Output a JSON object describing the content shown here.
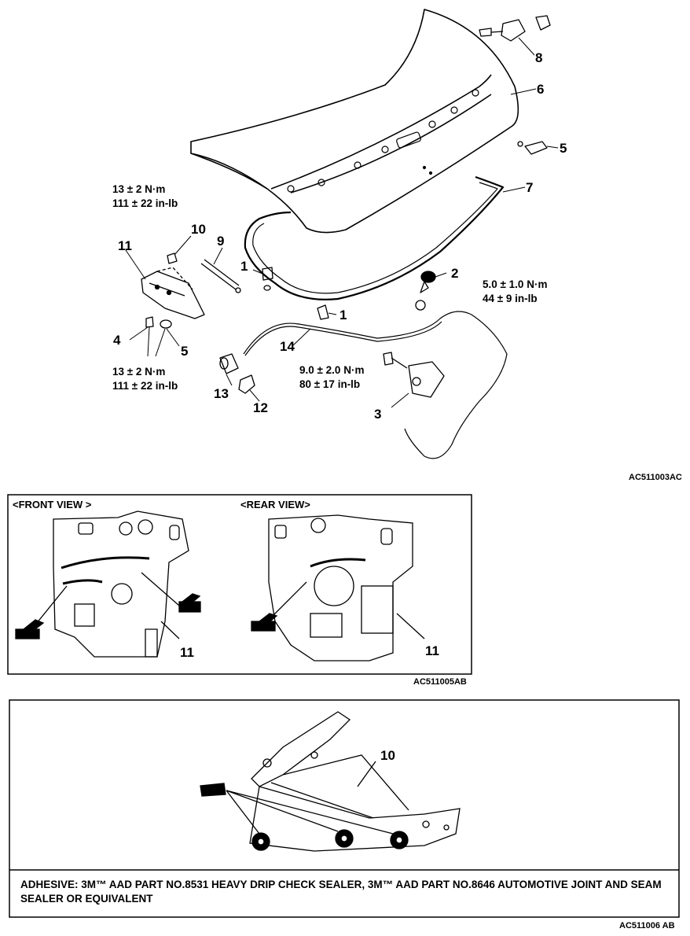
{
  "figure1": {
    "code": "AC511003AC",
    "callouts": [
      "1",
      "1",
      "2",
      "3",
      "4",
      "5",
      "5",
      "6",
      "7",
      "8",
      "9",
      "10",
      "11",
      "12",
      "13",
      "14"
    ],
    "torques": {
      "hinge_top": [
        "13 ± 2 N·m",
        "111 ± 22 in-lb"
      ],
      "hinge_bottom": [
        "13 ± 2 N·m",
        "111 ± 22 in-lb"
      ],
      "striker": [
        "5.0 ± 1.0 N·m",
        "44 ± 9 in-lb"
      ],
      "latch": [
        "9.0 ± 2.0 N·m",
        "80 ± 17 in-lb"
      ]
    }
  },
  "figure2": {
    "code": "AC511005AB",
    "front_view": "<FRONT VIEW >",
    "rear_view": "<REAR VIEW>",
    "front_callout": "11",
    "rear_callout": "11"
  },
  "figure3": {
    "code": "AC511006 AB",
    "callout": "10",
    "note": "ADHESIVE: 3M™ AAD PART NO.8531 HEAVY DRIP CHECK SEALER, 3M™ AAD PART NO.8646 AUTOMOTIVE JOINT AND SEAM SEALER OR EQUIVALENT"
  }
}
